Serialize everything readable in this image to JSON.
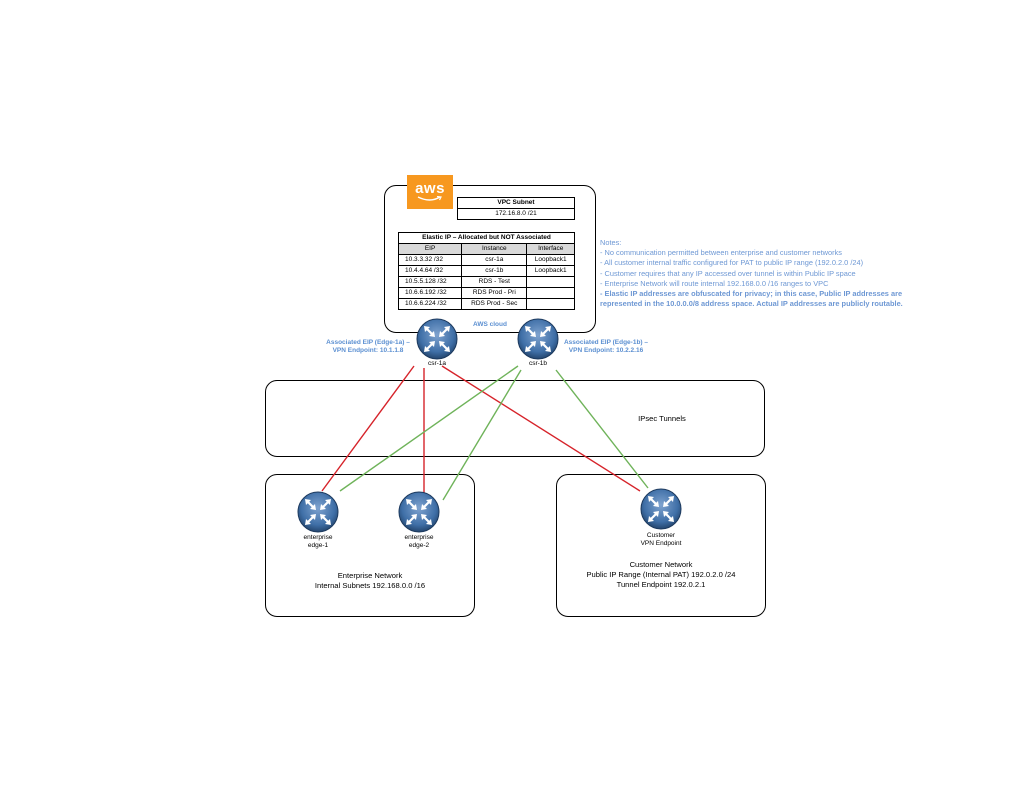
{
  "aws": {
    "logo_text": "aws",
    "cloud_label": "AWS cloud"
  },
  "vpc": {
    "header": "VPC Subnet",
    "subnet": "172.16.8.0 /21"
  },
  "eip_table": {
    "title": "Elastic IP – Allocated but NOT Associated",
    "columns": [
      "EIP",
      "Instance",
      "Interface"
    ],
    "rows": [
      [
        "10.3.3.32 /32",
        "csr-1a",
        "Loopback1"
      ],
      [
        "10.4.4.64 /32",
        "csr-1b",
        "Loopback1"
      ],
      [
        "10.5.5.128 /32",
        "RDS - Test",
        ""
      ],
      [
        "10.6.6.192 /32",
        "RDS Prod - Pri",
        ""
      ],
      [
        "10.6.6.224 /32",
        "RDS Prod - Sec",
        ""
      ]
    ]
  },
  "notes": {
    "heading": "Notes:",
    "items": [
      " - No communication permitted between enterprise and customer networks",
      " - All customer internal traffic configured for PAT to public IP range (192.0.2.0 /24)",
      " - Customer requires that any IP accessed over tunnel is within Public IP space",
      " - Enterprise Network will route internal 192.168.0.0 /16 ranges to VPC"
    ],
    "bold_line1": " - Elastic IP addresses are obfuscated for privacy; in this case, Public IP addresses are",
    "bold_line2": "represented in the 10.0.0.0/8 address space.  Actual IP addresses are publicly routable."
  },
  "routers": {
    "csr1a": {
      "name": "csr-1a",
      "eip_line1": "Associated EIP (Edge-1a) –",
      "eip_line2": "VPN Endpoint: 10.1.1.8"
    },
    "csr1b": {
      "name": "csr-1b",
      "eip_line1": "Associated EIP (Edge-1b) –",
      "eip_line2": "VPN Endpoint: 10.2.2.16"
    },
    "edge1": {
      "line1": "enterprise",
      "line2": "edge-1"
    },
    "edge2": {
      "line1": "enterprise",
      "line2": "edge-2"
    },
    "customer": {
      "line1": "Customer",
      "line2": "VPN Endpoint"
    }
  },
  "ipsec": {
    "label": "IPsec Tunnels"
  },
  "enterprise_network": {
    "title": "Enterprise Network",
    "subnets": "Internal Subnets 192.168.0.0 /16"
  },
  "customer_network": {
    "title": "Customer Network",
    "range": "Public IP Range (Internal PAT) 192.0.2.0 /24",
    "endpoint": "Tunnel Endpoint 192.0.2.1"
  },
  "colors": {
    "red_tunnel": "#d6232a",
    "green_tunnel": "#6fb35a",
    "router_fill": "#3f6fa7",
    "aws_orange": "#f7981f",
    "note_blue": "#6e98d4"
  }
}
